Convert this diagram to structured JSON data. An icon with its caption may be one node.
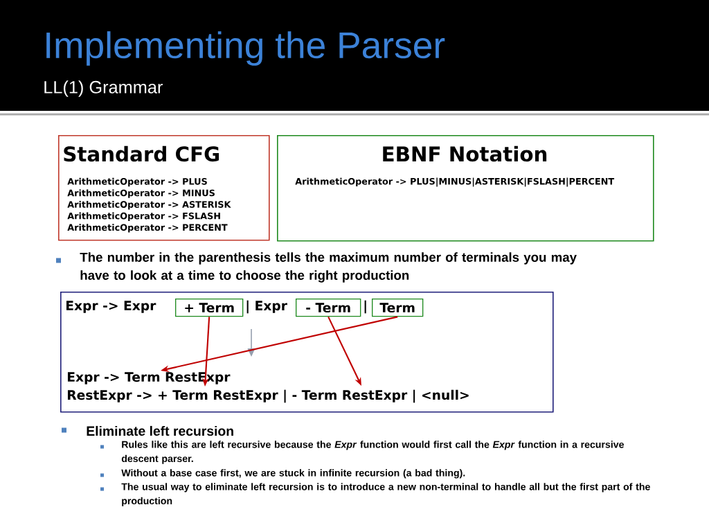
{
  "diagram": {
    "title": "Implementing the Parser",
    "nodes": [
      {
        "text": [
          "Standard CFG",
          "ArithmeticOperator -> PLUS",
          "ArithmeticOperator -> MINUS",
          "ArithmeticOperator -> ASTERISK",
          "ArithmeticOperator -> FSLASH",
          "ArithmeticOperator -> PERCENT"
        ]
      },
      {
        "text": [
          "EBNF Notation",
          "ArithmeticOperator -> PLUS|MINUS|ASTERISK|FSLASH|PERCENT"
        ]
      },
      {
        "text": [
          "Expr -> Expr",
          "| Expr",
          "|",
          "Expr -> Term RestExpr",
          "RestExpr -> + Term RestExpr | - Term RestExpr | <null>"
        ]
      },
      {
        "text": [
          "+ Term"
        ],
        "in": 2
      },
      {
        "text": [
          "- Term"
        ],
        "in": 2
      },
      {
        "text": [
          "Term"
        ],
        "in": 2
      }
    ],
    "edges": [
      {
        "from": 3,
        "to": null,
        "arrow": "to"
      },
      {
        "from": 4,
        "to": null,
        "arrow": "to"
      },
      {
        "from": 5,
        "to": null,
        "arrow": "to"
      }
    ],
    "labels": [
      "LL(1) Grammar",
      "The number in the parenthesis tells the maximum number of terminals you may have to look at a time to choose the right production",
      "Eliminate left recursion",
      "Rules like this are left recursive because the *Expr* function would first call the *Expr* function in a recursive descent parser.",
      "Without a base case first, we are stuck in infinite recursion (a bad thing).",
      "The usual way to eliminate left recursion is to introduce a new non-terminal to handle all but the first part of the production"
    ]
  }
}
